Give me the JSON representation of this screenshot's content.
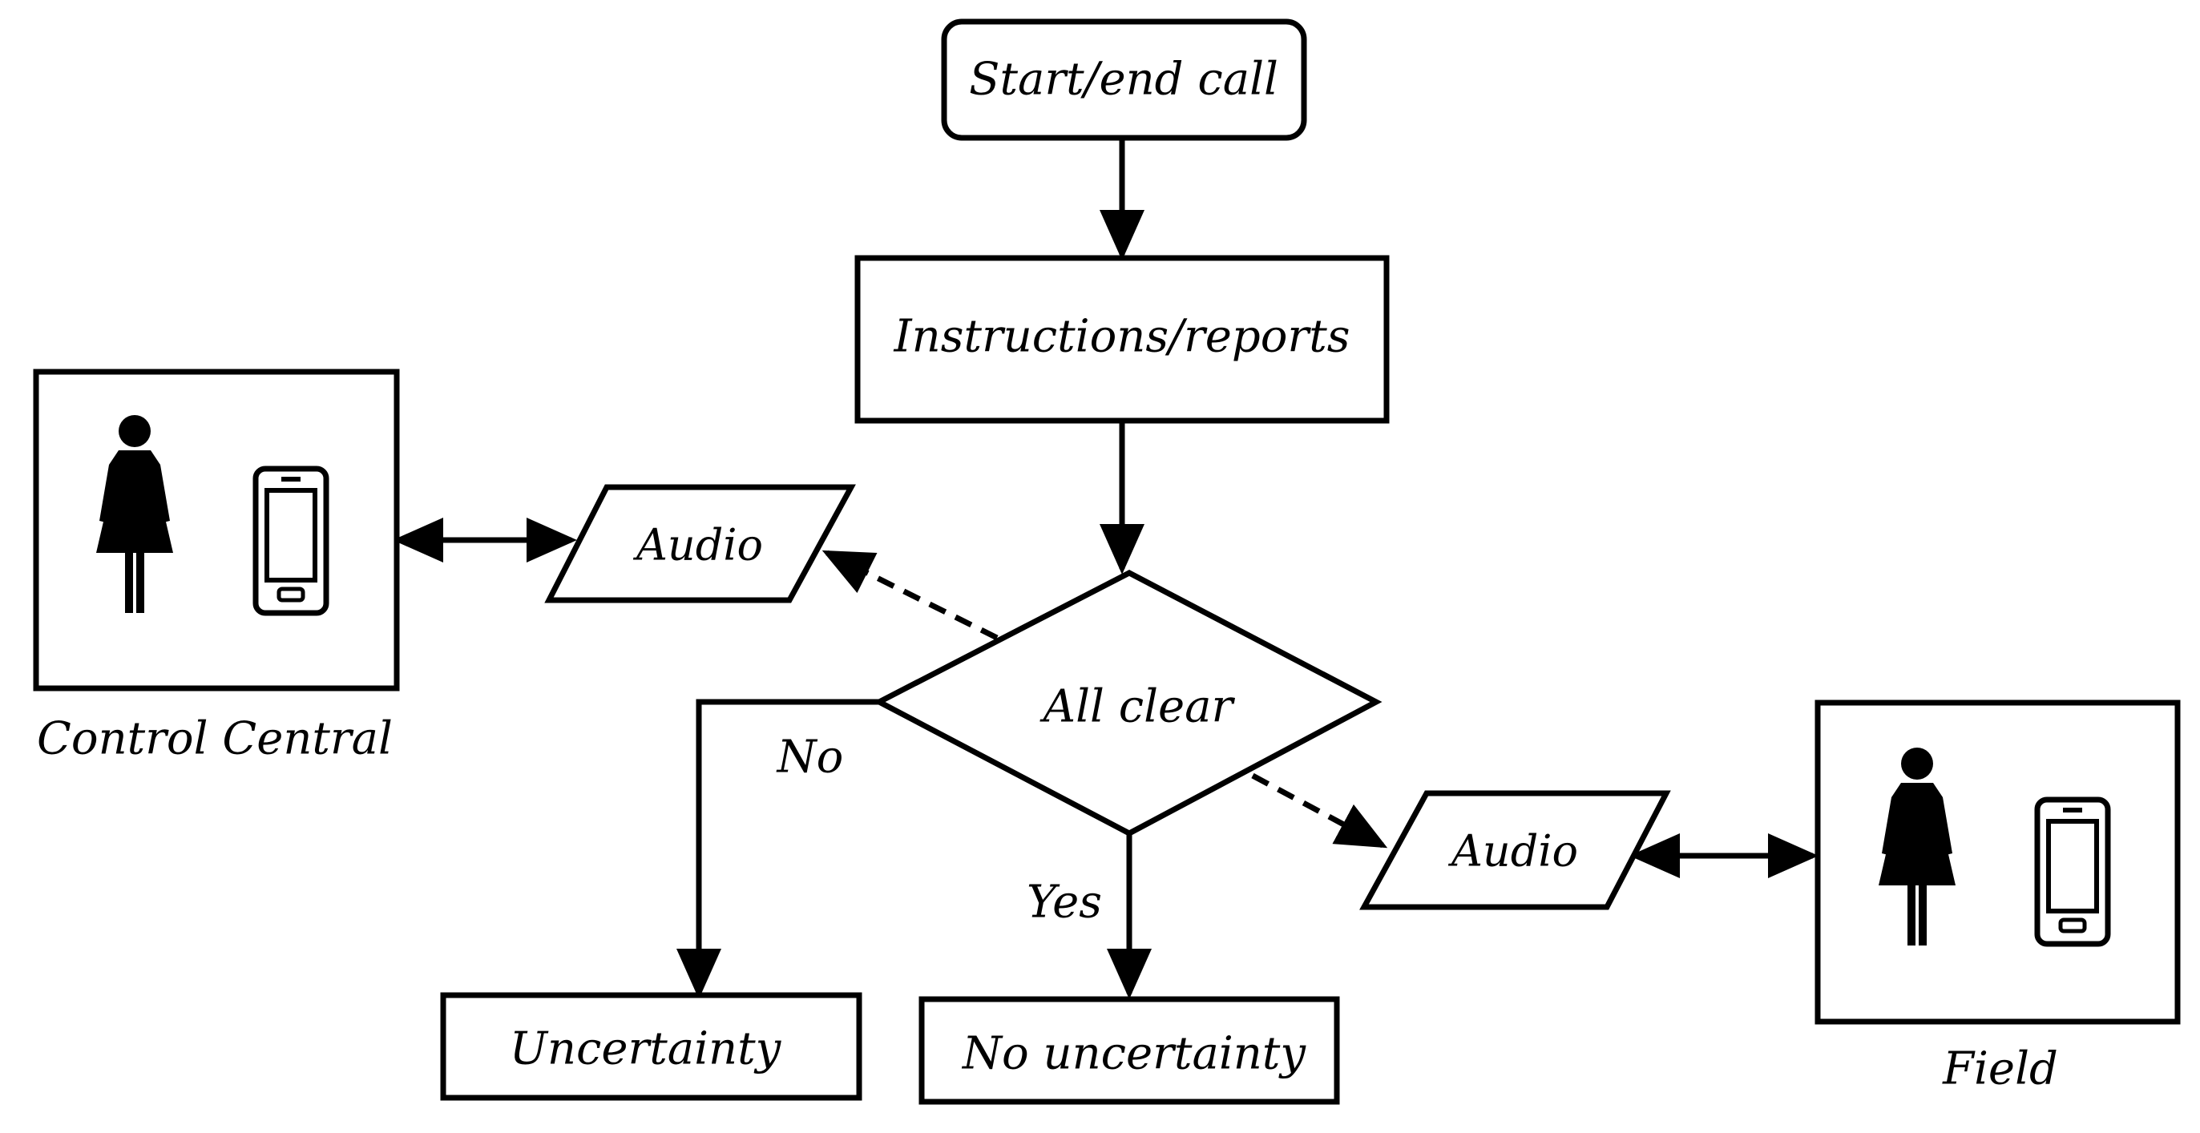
{
  "diagram": {
    "nodes": {
      "start_end": "Start/end call",
      "instructions": "Instructions/reports",
      "decision": "All clear",
      "audio_control": "Audio",
      "audio_field": "Audio",
      "uncertainty": "Uncertainty",
      "no_uncertainty": "No uncertainty"
    },
    "edge_labels": {
      "no": "No",
      "yes": "Yes"
    },
    "actors": {
      "control": "Control Central",
      "field": "Field"
    }
  },
  "colors": {
    "stroke": "#000000",
    "background": "#ffffff"
  }
}
